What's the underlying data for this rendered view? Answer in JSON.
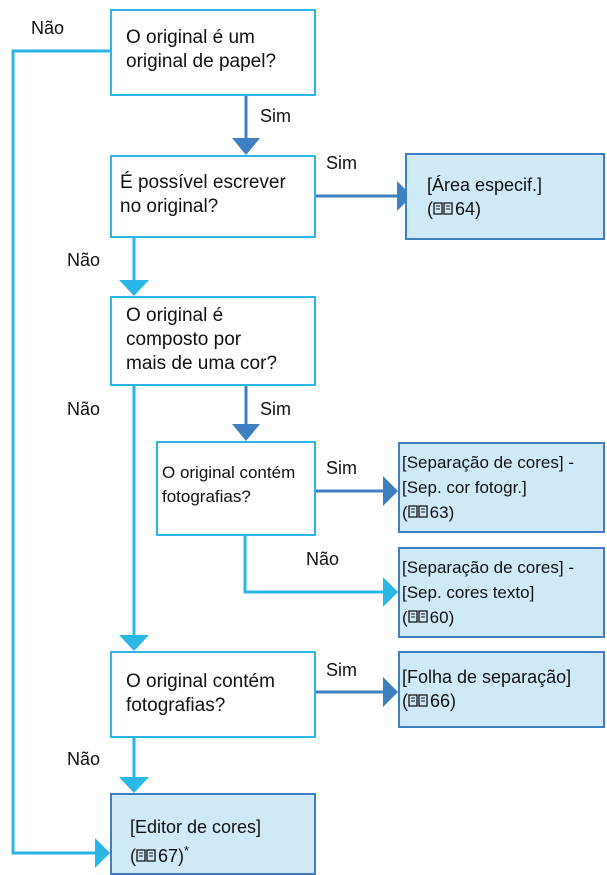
{
  "nodes": {
    "q1": {
      "lines": [
        "O original é um",
        "original de papel?"
      ]
    },
    "q2": {
      "lines": [
        "É possível escrever",
        "no original?"
      ]
    },
    "q3": {
      "lines": [
        "O original é",
        "composto por",
        "mais de uma cor?"
      ]
    },
    "q4": {
      "lines": [
        "O original contém",
        "fotografias?"
      ]
    },
    "q5": {
      "lines": [
        "O original contém",
        "fotografias?"
      ]
    },
    "r1": {
      "lines": [
        "[Área especif.]"
      ],
      "page": "64)"
    },
    "r2": {
      "lines": [
        "[Separação de cores] -",
        "[Sep. cor fotogr.]"
      ],
      "page": "63)"
    },
    "r3": {
      "lines": [
        "[Separação de cores] -",
        "[Sep. cores texto]"
      ],
      "page": "60)"
    },
    "r4": {
      "lines": [
        "[Folha de separação]"
      ],
      "page": "66)"
    },
    "r5": {
      "lines": [
        "[Editor de cores]"
      ],
      "page": "67)",
      "note": "*"
    }
  },
  "labels": {
    "nao_top": "Não",
    "sim_1": "Sim",
    "sim_2": "Sim",
    "nao_2": "Não",
    "nao_3": "Não",
    "sim_3": "Sim",
    "sim_4": "Sim",
    "nao_4": "Não",
    "sim_5": "Sim",
    "nao_5": "Não"
  },
  "ref_open": "(",
  "colors": {
    "light_line": "#2bb7e6",
    "dark_line": "#3d7fc0",
    "result_fill": "#cfe9f7"
  }
}
